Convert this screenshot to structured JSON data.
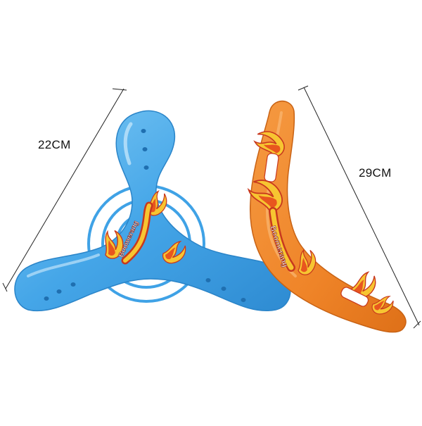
{
  "dimensions": {
    "left_label": "22CM",
    "right_label": "29CM"
  },
  "products": {
    "tri_wing": {
      "name": "tri-wing-boomerang",
      "decal_text": "Boomerang",
      "color": "#3FA2E6"
    },
    "v_shape": {
      "name": "v-shaped-boomerang",
      "decal_text": "Boomerang",
      "color": "#F08A30"
    }
  },
  "colors": {
    "background": "#FFFFFF",
    "blue_main": "#3FA2E6",
    "blue_dark": "#2A84C8",
    "blue_light": "#7CC3F2",
    "orange_main": "#F08A30",
    "orange_dark": "#D8701C",
    "flame_yellow": "#F7C531",
    "flame_red": "#C8381E",
    "measure_line": "#222222"
  }
}
